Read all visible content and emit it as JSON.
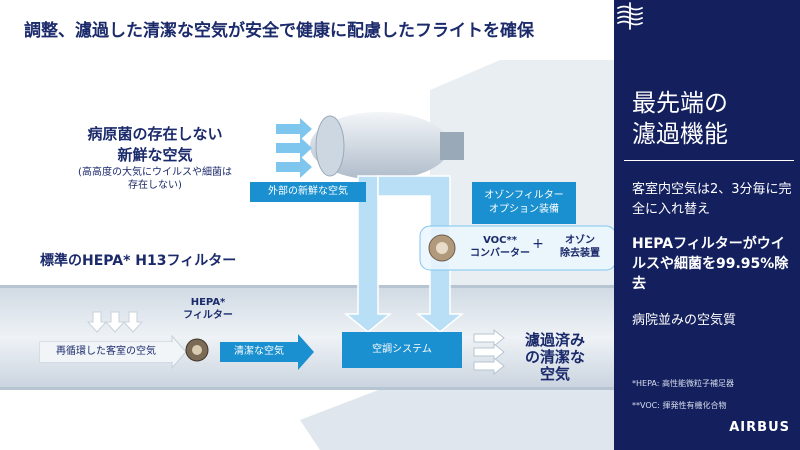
{
  "headline": "調整、濾過した清潔な空気が安全で健康に配慮したフライトを確保",
  "outside_air": {
    "title_line1": "病原菌の存在しない",
    "title_line2": "新鮮な空気",
    "note_line1": "(高高度の大気にウイルスや細菌は",
    "note_line2": "存在しない)",
    "flow_label": "外部の新鮮な空気"
  },
  "ozone_option": {
    "line1": "オゾンフィルター",
    "line2": "オプション装備"
  },
  "voc": {
    "line1": "VOC**",
    "line2": "コンバーター",
    "plus": "+",
    "ozone_line1": "オゾン",
    "ozone_line2": "除去装置"
  },
  "hepa": {
    "heading": "標準のHEPA* H13フィルター",
    "filter_line1": "HEPA*",
    "filter_line2": "フィルター"
  },
  "flow": {
    "recirculated": "再循環した客室の空気",
    "clean_air": "清潔な空気",
    "ac_system": "空調システム",
    "result_line1": "濾過済み",
    "result_line2": "の清潔な",
    "result_line3": "空気"
  },
  "sidebar": {
    "icon": "air-filter-icon",
    "title_line1": "最先端の",
    "title_line2": "濾過機能",
    "stat_exchange": "客室内空気は2、3分毎に完全に入れ替え",
    "stat_hepa": "HEPAフィルターがウイルスや細菌を99.95%除去",
    "stat_hospital": "病院並みの空気質",
    "footnote_hepa": "*HEPA: 高性能微粒子補足器",
    "footnote_voc": "**VOC: 揮発性有機化合物",
    "brand": "AIRBUS"
  },
  "colors": {
    "navy": "#14205e",
    "arrow_blue": "#1a90d0",
    "light_arrow": "#d4ecfa",
    "fuselage": "#d7dfe8"
  }
}
